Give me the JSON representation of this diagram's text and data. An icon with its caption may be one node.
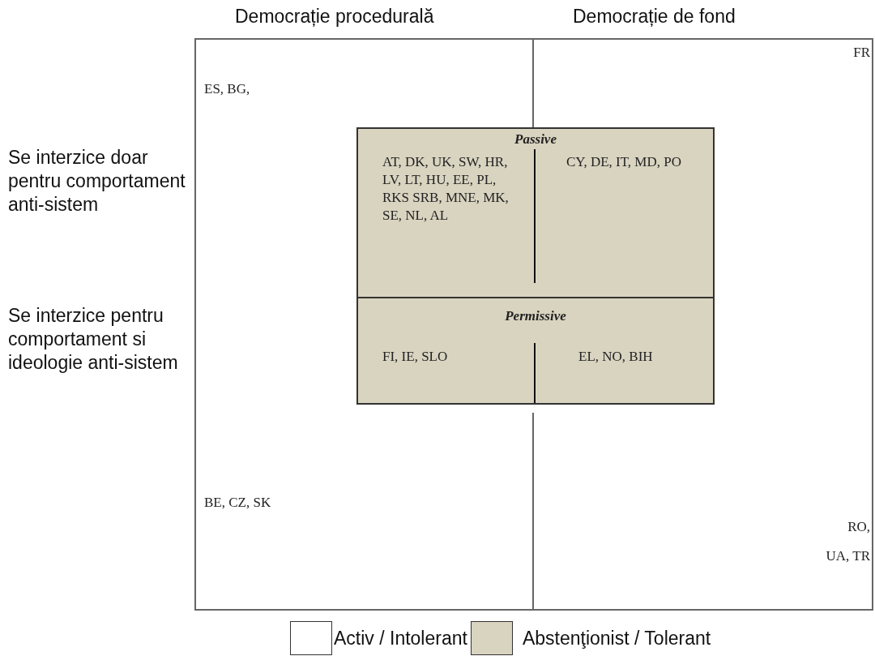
{
  "diagram": {
    "nodes": [
      {
        "text": [
          "ES, BG,",
          "FR",
          "BE, CZ, SK",
          "RO,",
          "UA, TR"
        ]
      },
      {
        "text": [],
        "shape": "box",
        "in": 0
      },
      {
        "text": [
          "Passive",
          "AT, DK, UK, SW, HR, LV, LT, HU, EE, PL, RKS SRB, MNE, MK, SE, NL, AL",
          "CY, DE, IT, MD, PO"
        ],
        "in": 1
      },
      {
        "text": [
          "Permissive",
          "FI, IE, SLO",
          "EL, NO, BIH"
        ],
        "in": 1
      }
    ],
    "labels": [
      "Democrație procedurală",
      "Democrație de fond",
      "Se interzice doar pentru comportament anti-sistem",
      "Se interzice pentru comportament si ideologie anti-sistem"
    ],
    "legend": [
      {
        "text": "Activ / Intolerant",
        "color": "#ffffff"
      },
      {
        "text": "Abstenţionist / Tolerant",
        "color": "#d9d4c0"
      }
    ]
  }
}
